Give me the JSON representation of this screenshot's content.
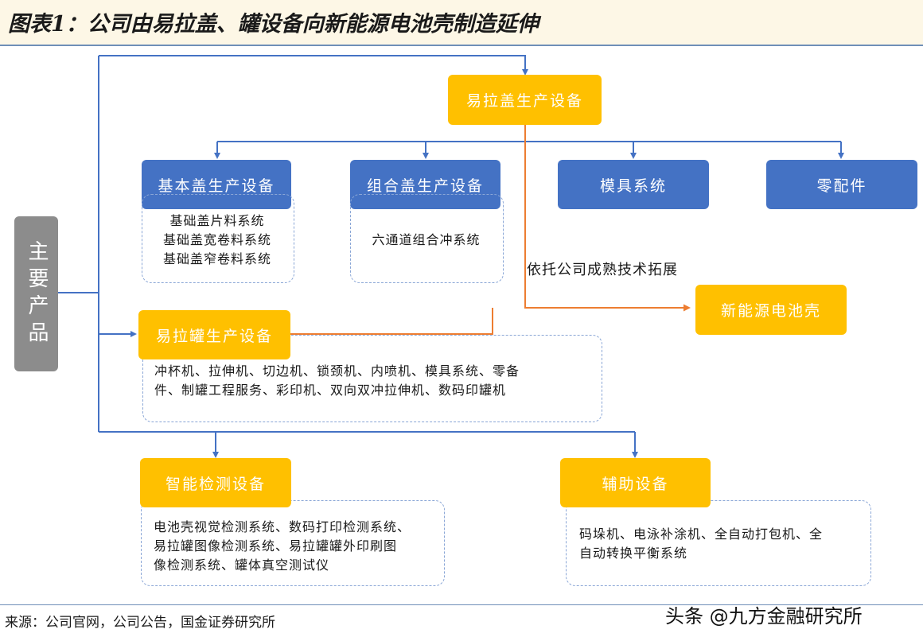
{
  "title": "图表1：公司由易拉盖、罐设备向新能源电池壳制造延伸",
  "main_product_label": "主要产品",
  "nodes": {
    "easy_lid_equipment": "易拉盖生产设备",
    "basic_lid_equipment": "基本盖生产设备",
    "combo_lid_equipment": "组合盖生产设备",
    "mold_system": "模具系统",
    "spare_parts": "零配件",
    "can_equipment": "易拉罐生产设备",
    "new_energy_shell": "新能源电池壳",
    "inspection_equipment": "智能检测设备",
    "auxiliary_equipment": "辅助设备"
  },
  "details": {
    "basic_lid": [
      "基础盖片料系统",
      "基础盖宽卷料系统",
      "基础盖窄卷料系统"
    ],
    "combo_lid": [
      "六通道组合冲系统"
    ],
    "can": [
      "冲杯机、拉伸机、切边机、锁颈机、内喷机、模具系统、零备",
      "件、制罐工程服务、彩印机、双向双冲拉伸机、数码印罐机"
    ],
    "inspection": [
      "电池壳视觉检测系统、数码打印检测系统、",
      "易拉罐图像检测系统、易拉罐罐外印刷图",
      "像检测系统、罐体真空测试仪"
    ],
    "auxiliary": [
      "码垛机、电泳补涂机、全自动打包机、全",
      "自动转换平衡系统"
    ]
  },
  "extension_note": "依托公司成熟技术拓展",
  "source": "来源：公司官网，公司公告，国金证券研究所",
  "watermark": "头条 @九方金融研究所",
  "colors": {
    "blue_box": "#4472c4",
    "orange_box": "#ffc000",
    "gray_box": "#8c8c8c",
    "blue_line": "#4472c4",
    "orange_line": "#ed7d31"
  }
}
